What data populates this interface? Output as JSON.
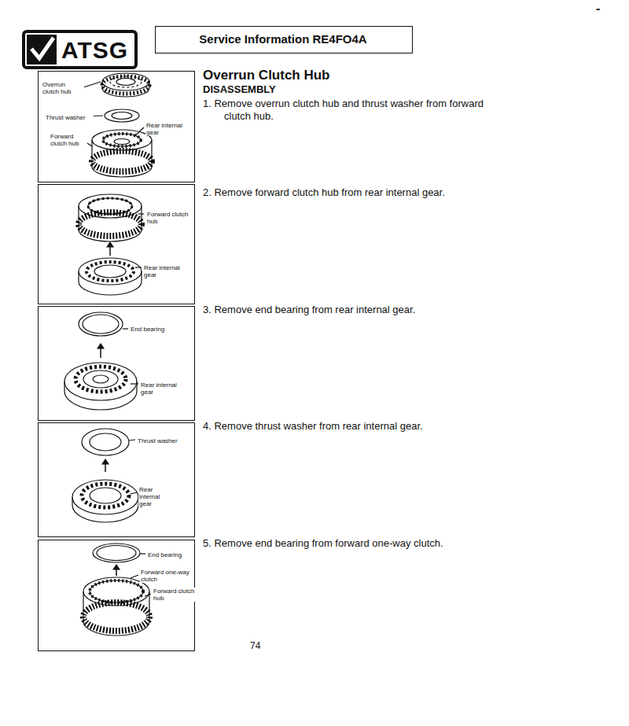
{
  "diagram": {
    "title": "Overrun Clutch Hub",
    "nodes": [
      {
        "text": [
          "ATSG"
        ]
      },
      {
        "text": [
          "Service Information RE4FO4A"
        ]
      },
      {
        "text": [
          "Overrun clutch hub",
          "Thrust washer",
          "Rear internal gear",
          "Forward clutch hub"
        ]
      },
      {
        "text": [
          "Forward clutch hub",
          "Rear internal gear"
        ]
      },
      {
        "text": [
          "End bearing",
          "Rear internal gear"
        ]
      },
      {
        "text": [
          "Thrust washer",
          "Rear internal gear"
        ]
      },
      {
        "text": [
          "End bearing",
          "Forward one-way clutch",
          "Forward clutch hub"
        ]
      }
    ],
    "labels": [
      "-",
      "DISASSEMBLY",
      "1. Remove overrun clutch hub and thrust washer from forward clutch hub.",
      "2. Remove forward clutch hub from rear internal gear.",
      "3. Remove end bearing from rear internal gear.",
      "4. Remove thrust washer from rear internal gear.",
      "5. Remove end bearing from forward one-way clutch.",
      "74"
    ]
  }
}
